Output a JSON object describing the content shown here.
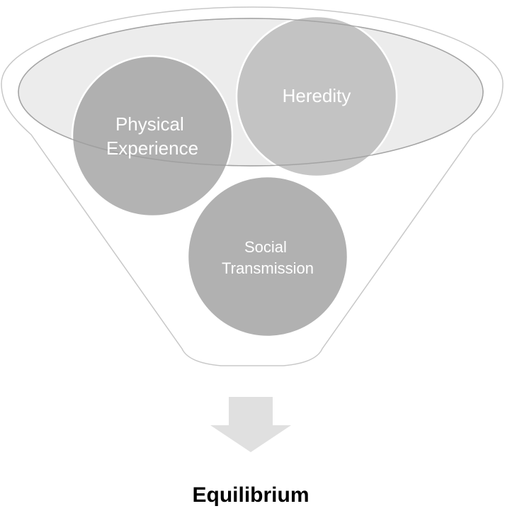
{
  "diagram": {
    "inputs": [
      {
        "label_lines": [
          "Physical",
          "Experience"
        ]
      },
      {
        "label_lines": [
          "Heredity"
        ]
      },
      {
        "label_lines": [
          "Social",
          "Transmission"
        ]
      }
    ],
    "result": {
      "label": "Equilibrium"
    },
    "colors": {
      "funnel_fill": "#ffffff",
      "funnel_stroke": "#c8c8c8",
      "rim_fill": "#ececec",
      "circle_physical": "#a6a6a6",
      "circle_heredity": "#bcbcbc",
      "circle_social": "#a9a9a9",
      "arrow": "#e0e0e0",
      "circle_text": "#ffffff",
      "result_text": "#000000"
    }
  }
}
